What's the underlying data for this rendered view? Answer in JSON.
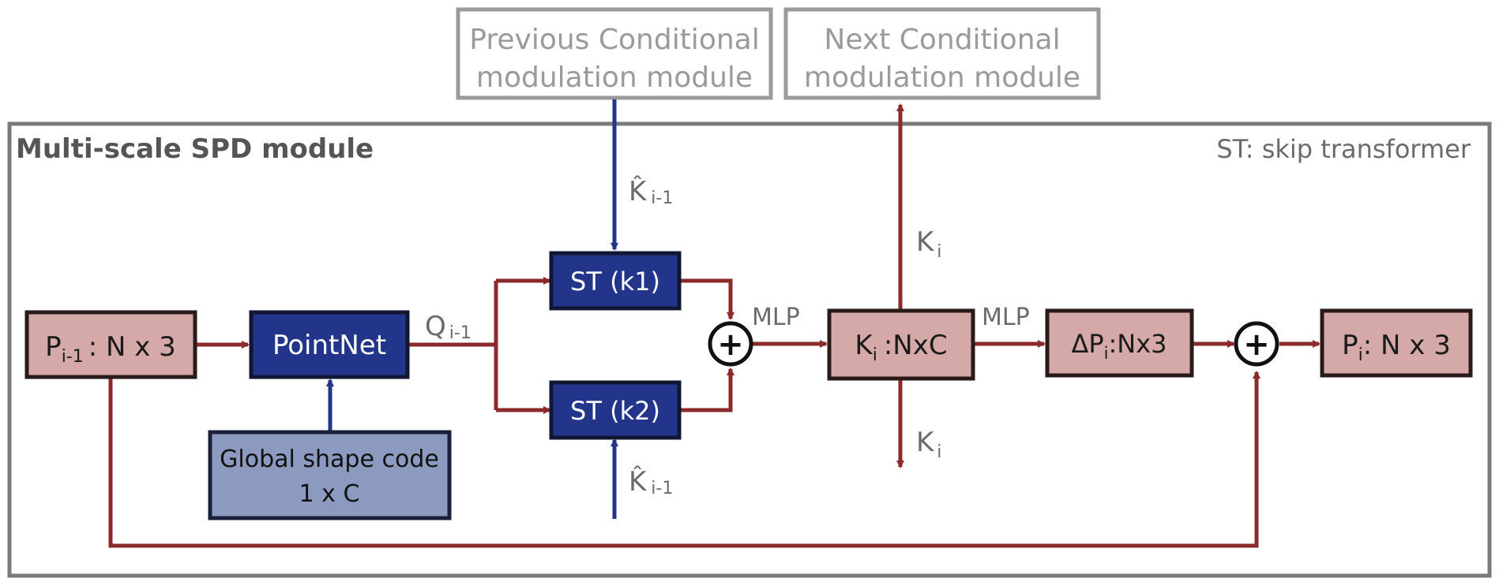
{
  "modules": {
    "previous": {
      "line1": "Previous Conditional",
      "line2": "modulation module"
    },
    "next": {
      "line1": "Next Conditional",
      "line2": "modulation module"
    }
  },
  "frame": {
    "title": "Multi-scale SPD module",
    "legend": "ST: skip transformer"
  },
  "boxes": {
    "p_prev": {
      "main": "P",
      "sub": "i-1",
      "rest": ": N x 3"
    },
    "pointnet": {
      "label": "PointNet"
    },
    "global_shape": {
      "line1": "Global shape code",
      "line2": "1 x C"
    },
    "st_k1": {
      "label": "ST (k1)"
    },
    "st_k2": {
      "label": "ST (k2)"
    },
    "k_i": {
      "main": "K",
      "sub": "i",
      "rest": ":NxC"
    },
    "delta_p": {
      "main": "ΔP",
      "sub": "i",
      "rest": ":Nx3"
    },
    "p_out": {
      "main": "P",
      "sub": "i",
      "rest": ": N x 3"
    }
  },
  "labels": {
    "q_main": "Q",
    "q_sub": "i-1",
    "khat_top_main": "K̂",
    "khat_top_sub": "i-1",
    "khat_bottom_main": "K̂",
    "khat_bottom_sub": "i-1",
    "k_up_main": "K",
    "k_up_sub": "i",
    "k_down_main": "K",
    "k_down_sub": "i",
    "mlp_1": "MLP",
    "mlp_2": "MLP"
  },
  "symbols": {
    "sum_1": "+",
    "sum_2": "+"
  },
  "colors": {
    "dark_blue": "#22358a",
    "light_blue": "#8d9ac0",
    "pink": "#d6a9a9",
    "dark_red": "#8b2a2a",
    "gray": "#9a9a9a",
    "frame_gray": "#7a7a7a",
    "text_gray": "#6b6b6b",
    "title_gray": "#555555"
  }
}
